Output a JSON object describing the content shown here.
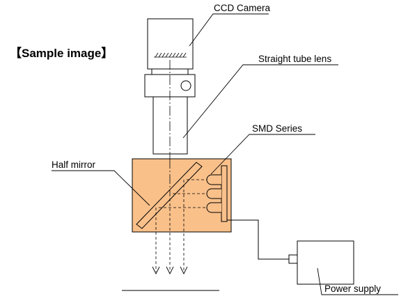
{
  "heading": "【Sample image】",
  "labels": {
    "ccd_camera": "CCD Camera",
    "straight_tube_lens": "Straight tube lens",
    "smd_series": "SMD Series",
    "half_mirror": "Half mirror",
    "power_supply": "Power supply"
  },
  "colors": {
    "housing_fill": "#f9c08a",
    "line": "#000000",
    "background": "#ffffff"
  }
}
